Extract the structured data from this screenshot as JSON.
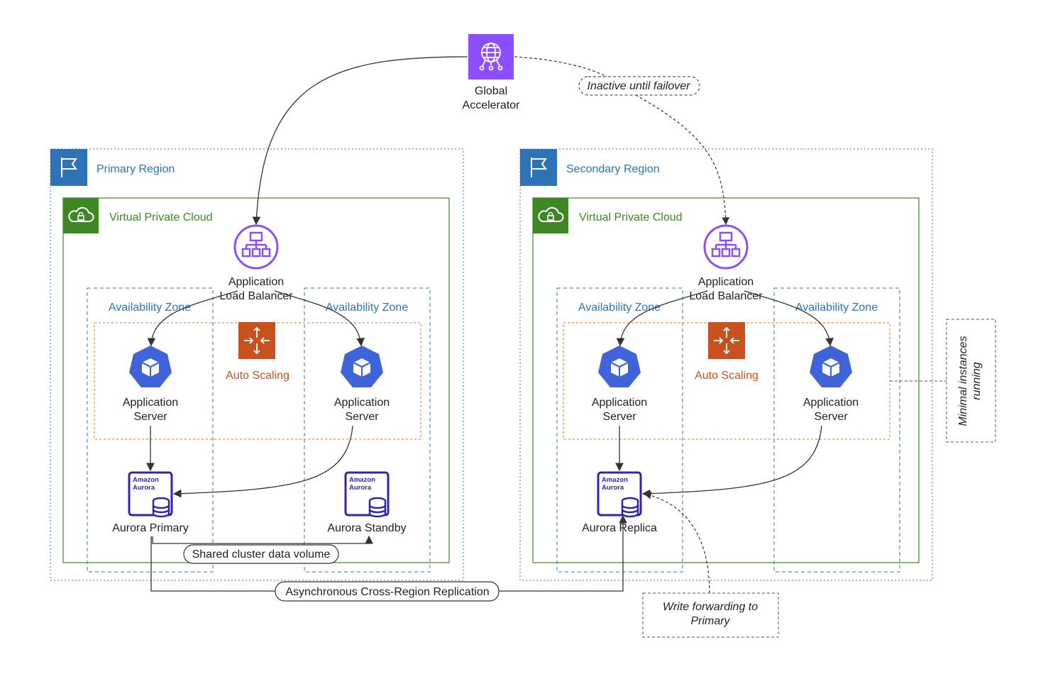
{
  "global_accelerator": {
    "line1": "Global",
    "line2": "Accelerator",
    "icon": "globe-network-icon"
  },
  "failover_note": "Inactive until failover",
  "regions": [
    {
      "title": "Primary Region",
      "vpc_title": "Virtual Private Cloud",
      "alb": {
        "line1": "Application",
        "line2": "Load Balancer"
      },
      "az_left": "Availability Zone",
      "az_right": "Availability Zone",
      "auto_scaling": "Auto Scaling",
      "server_left": {
        "line1": "Application",
        "line2": "Server"
      },
      "server_right": {
        "line1": "Application",
        "line2": "Server"
      },
      "db_left": {
        "label": "Aurora Primary",
        "badge1": "Amazon",
        "badge2": "Aurora"
      },
      "db_right": {
        "label": "Aurora Standby",
        "badge1": "Amazon",
        "badge2": "Aurora"
      },
      "shared_volume": "Shared cluster data volume"
    },
    {
      "title": "Secondary Region",
      "vpc_title": "Virtual Private Cloud",
      "alb": {
        "line1": "Application",
        "line2": "Load Balancer"
      },
      "az_left": "Availability Zone",
      "az_right": "Availability Zone",
      "auto_scaling": "Auto Scaling",
      "server_left": {
        "line1": "Application",
        "line2": "Server"
      },
      "server_right": {
        "line1": "Application",
        "line2": "Server"
      },
      "db_left": {
        "label": "Aurora Replica",
        "badge1": "Amazon",
        "badge2": "Aurora"
      }
    }
  ],
  "replication_label": "Asynchronous Cross-Region Replication",
  "minimal_note": {
    "line1": "Minimal instances",
    "line2": "running"
  },
  "write_forwarding_note": {
    "line1": "Write forwarding to",
    "line2": "Primary"
  },
  "colors": {
    "region_blue": "#2E73B8",
    "vpc_green": "#3F8624",
    "autoscaling_orange": "#ED7100",
    "accelerator_purple": "#8C4FFF",
    "alb_purple": "#8C4FFF",
    "server_blue": "#3F63D9",
    "aurora_navy": "#2E27AD"
  }
}
